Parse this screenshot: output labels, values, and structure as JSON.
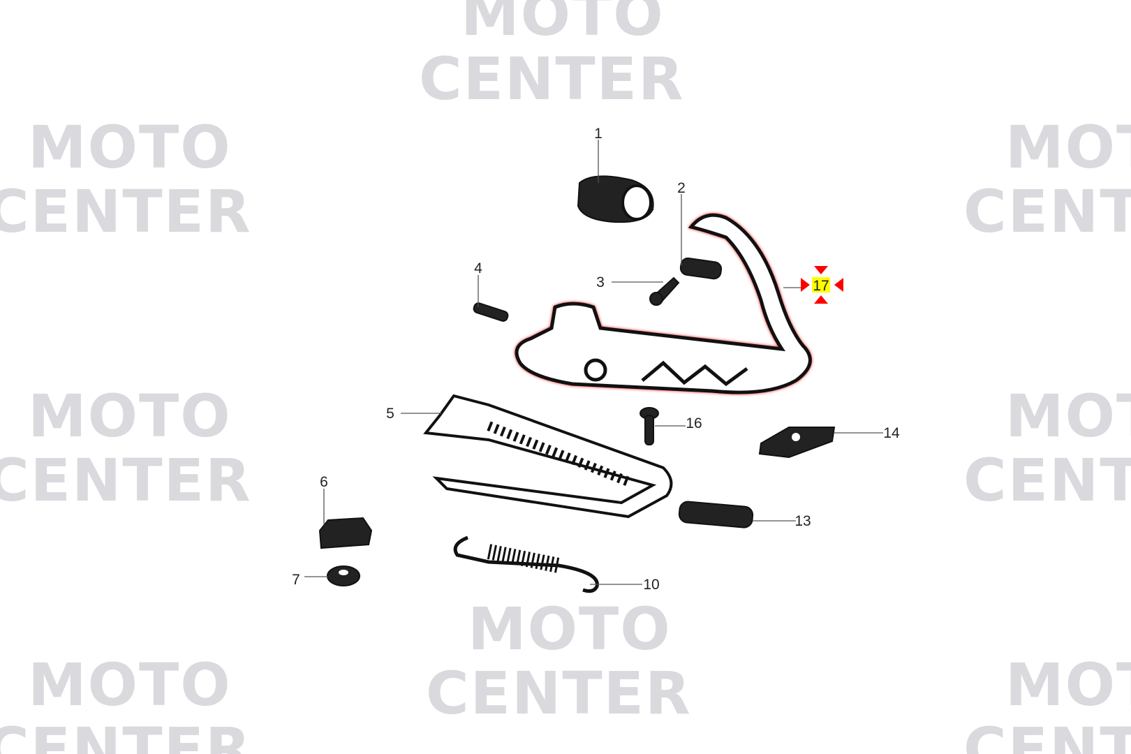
{
  "watermark": {
    "line1": "MOTO",
    "line2": "CENTER"
  },
  "callouts": [
    {
      "number": "1"
    },
    {
      "number": "2"
    },
    {
      "number": "3"
    },
    {
      "number": "4"
    },
    {
      "number": "5"
    },
    {
      "number": "6"
    },
    {
      "number": "7"
    },
    {
      "number": "10"
    },
    {
      "number": "13"
    },
    {
      "number": "14"
    },
    {
      "number": "16"
    }
  ],
  "selected_part": {
    "number": "17",
    "highlight_color": "#ffff00",
    "marker_color": "#ff0000"
  }
}
